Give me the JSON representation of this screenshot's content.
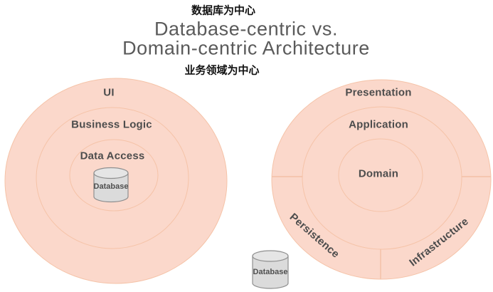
{
  "header": {
    "label_top_cn": "数据库为中心",
    "title_line1": "Database-centric vs.",
    "title_line2": "Domain-centric Architecture",
    "label_bottom_cn": "业务领域为中心"
  },
  "left_diagram": {
    "name": "database-centric-architecture",
    "rings": [
      "UI",
      "Business Logic",
      "Data Access"
    ],
    "center_item": "Database"
  },
  "right_diagram": {
    "name": "domain-centric-architecture",
    "outer_sections": [
      "Presentation",
      "Persistence",
      "Infrastructure"
    ],
    "middle_ring": "Application",
    "inner_ring": "Domain",
    "external_item": "Database"
  },
  "colors": {
    "ring_fill": "#fbd8cb",
    "ring_stroke": "#f5c3a8",
    "cylinder_fill": "#dbdbdb",
    "cylinder_top_fill": "#e5e5e5",
    "cylinder_stroke": "#8f8f8f",
    "ring_label_color": "#4d4d4d",
    "title_color": "#5a5a5a",
    "cn_label_color": "#101010"
  }
}
